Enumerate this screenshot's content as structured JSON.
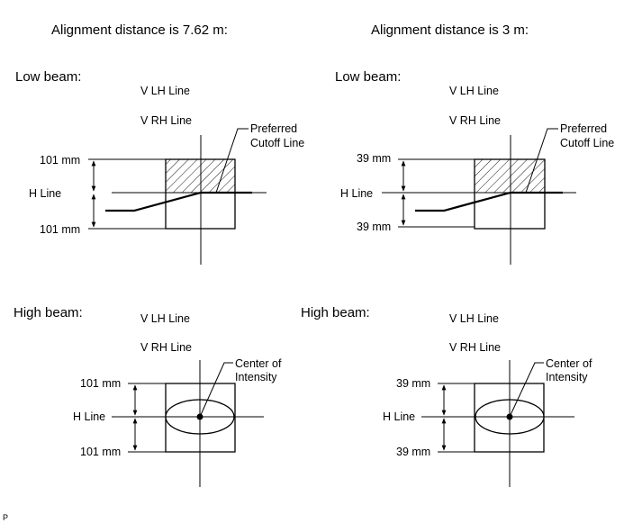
{
  "headings": {
    "left": "Alignment distance is 7.62 m:",
    "right": "Alignment distance is 3 m:"
  },
  "low_beam_label": "Low beam:",
  "high_beam_label": "High beam:",
  "v_lh_line": "V LH Line",
  "v_rh_line": "V RH Line",
  "h_line": "H Line",
  "preferred_cutoff": [
    "Preferred",
    "Cutoff Line"
  ],
  "center_of_intensity": [
    "Center of",
    "Intensity"
  ],
  "dims": {
    "left": "101 mm",
    "right": "39 mm"
  },
  "footer_mark": "P"
}
